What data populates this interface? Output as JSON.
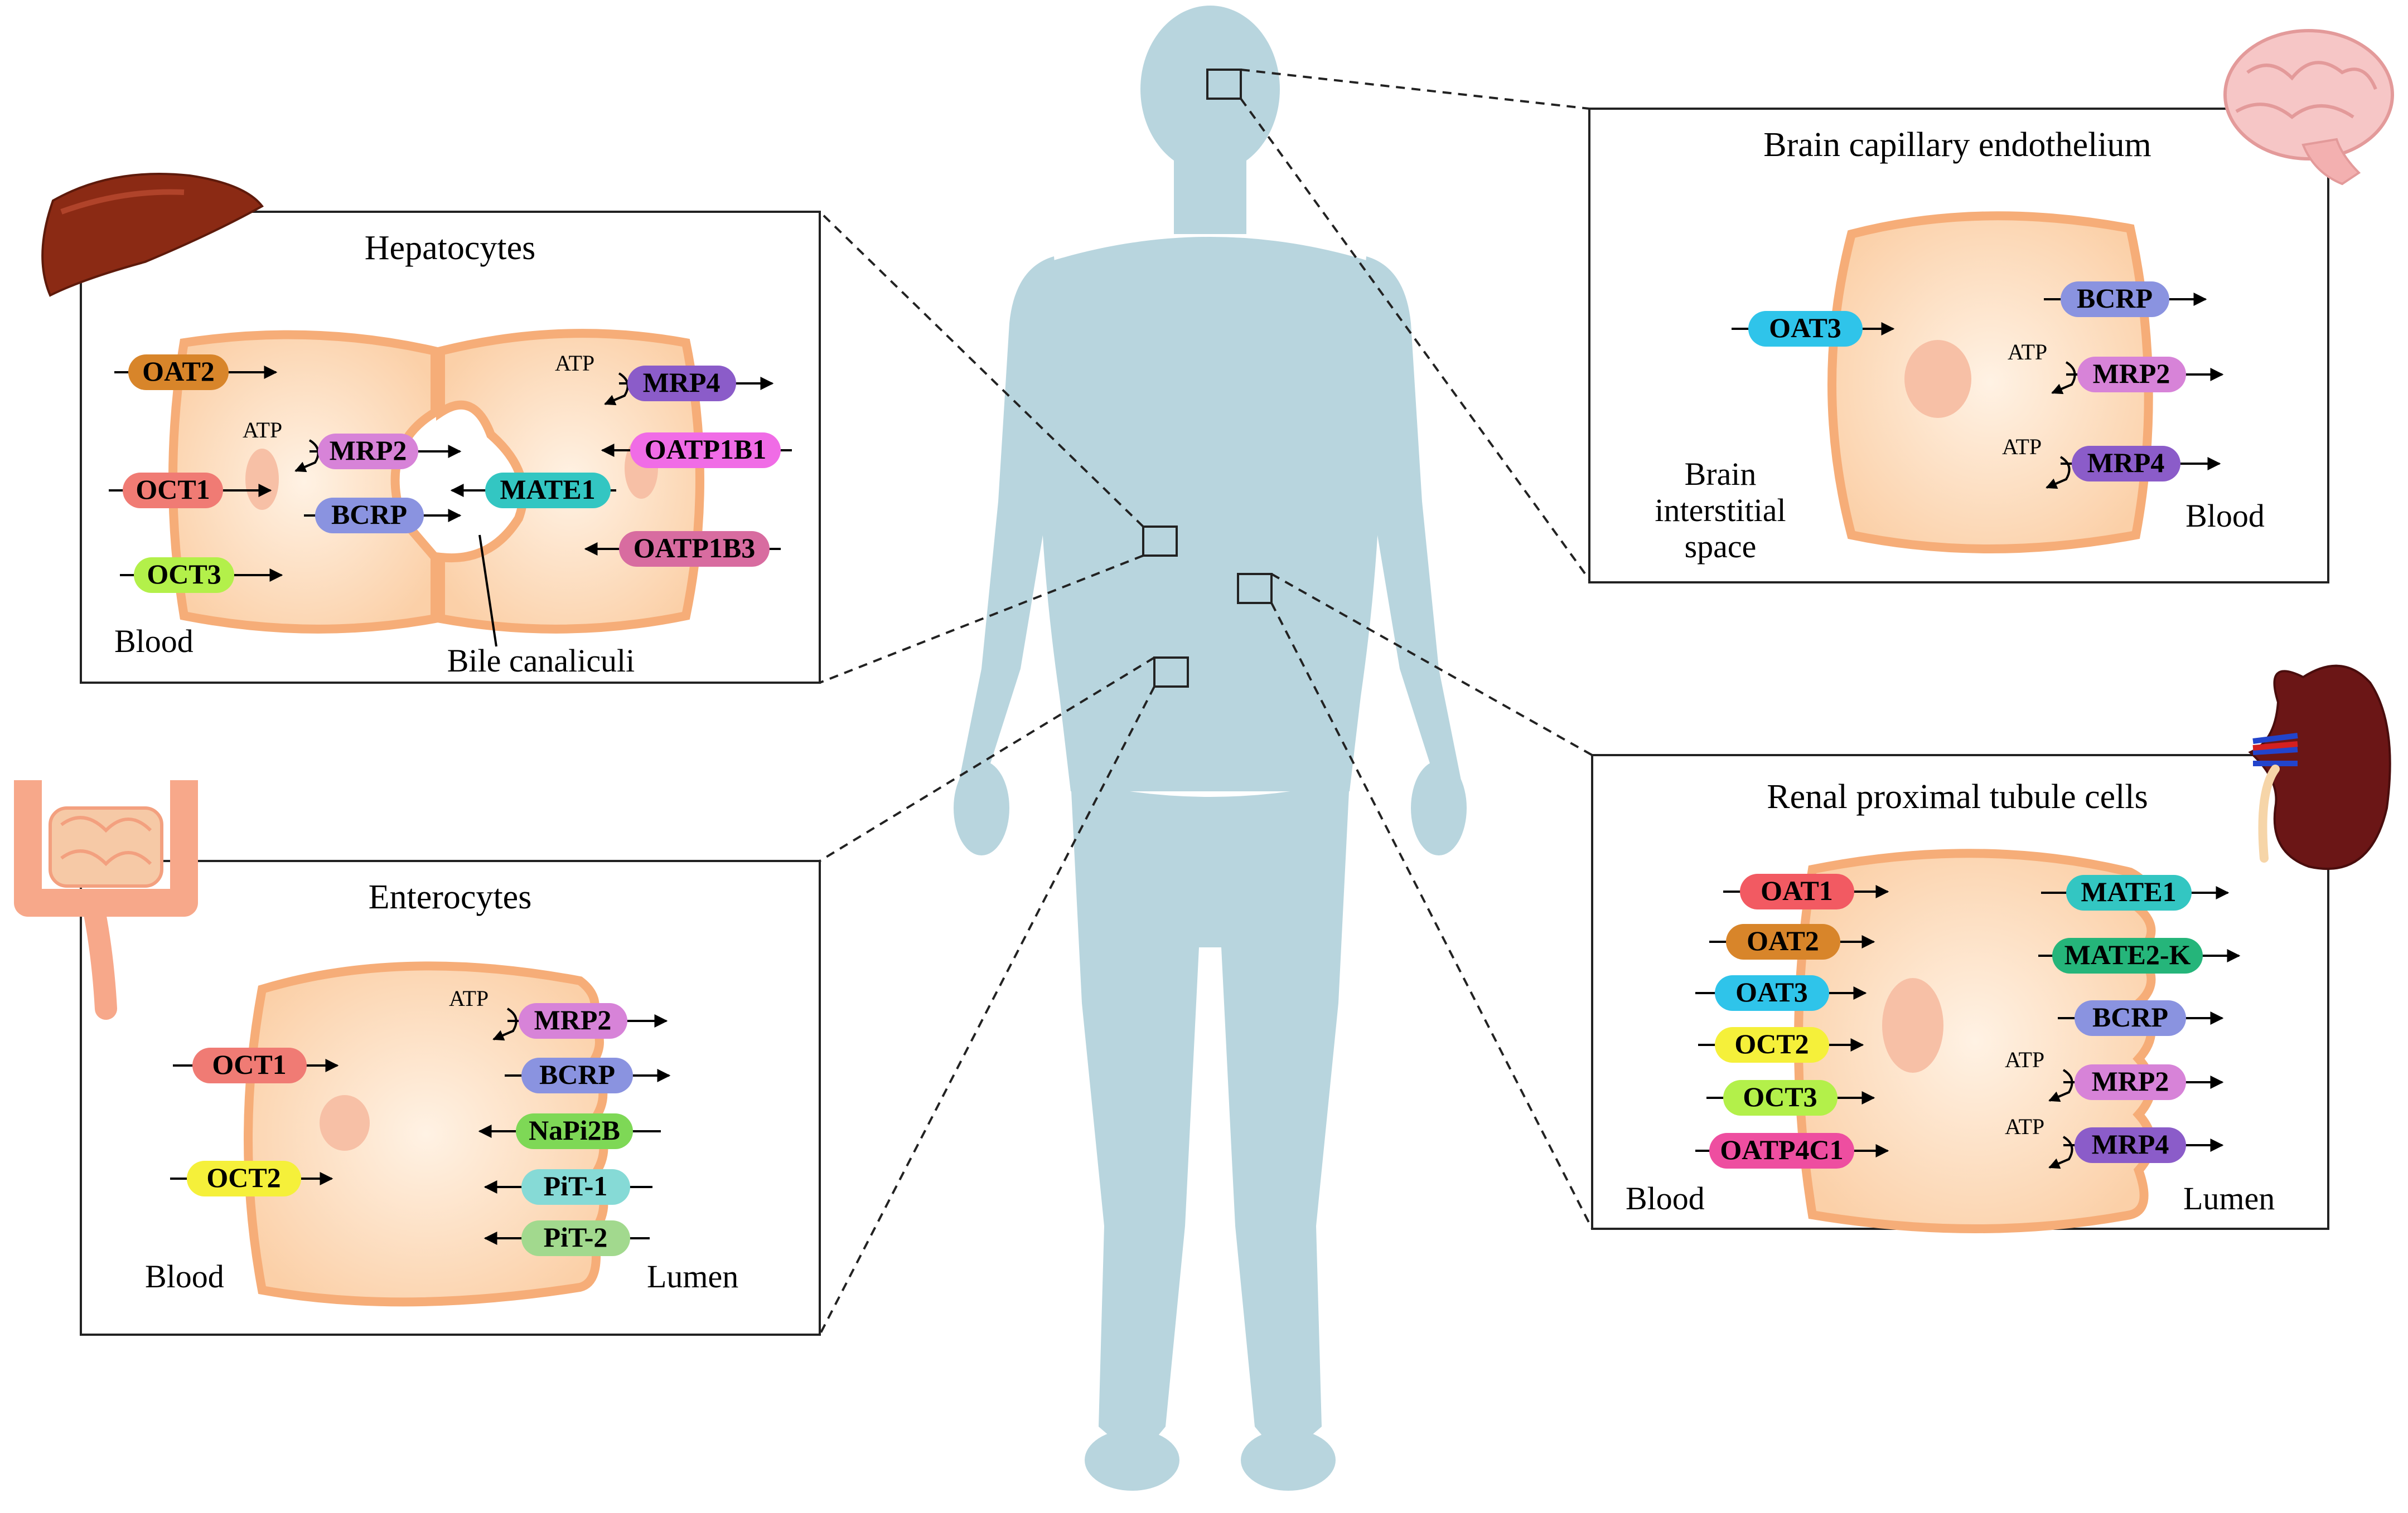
{
  "colors": {
    "body": "#b8d5de",
    "cell_fill": "#fbd3b0",
    "cell_border": "#f6ad78",
    "nucleus": "#f7c0a6",
    "OAT1": "#f25a62",
    "OAT2": "#d8852a",
    "OAT3": "#2fc4ea",
    "OCT1": "#f07b74",
    "OCT2": "#f5f03a",
    "OCT3": "#b3f04a",
    "MRP2": "#d783d8",
    "MRP4": "#8b5cc9",
    "BCRP": "#8a93e0",
    "MATE1": "#33c6c2",
    "MATE2K": "#25b57a",
    "OATP1B1": "#f06ce6",
    "OATP1B3": "#d86ca0",
    "OATP4C1": "#ee4ea0",
    "NaPi2B": "#7ed856",
    "PiT1": "#86dad6",
    "PiT2": "#a2d98e"
  },
  "organ_icons": [
    "liver-icon",
    "intestine-icon",
    "brain-icon",
    "kidney-icon"
  ],
  "atp_label": "ATP",
  "panels": {
    "hepatocytes": {
      "title": "Hepatocytes",
      "blood": "Blood",
      "bile": "Bile canaliculi",
      "transporters": {
        "oat2": "OAT2",
        "oct1": "OCT1",
        "oct3": "OCT3",
        "mrp2": "MRP2",
        "bcrp": "BCRP",
        "mate1": "MATE1",
        "mrp4": "MRP4",
        "oatp1b1": "OATP1B1",
        "oatp1b3": "OATP1B3"
      }
    },
    "brain": {
      "title": "Brain capillary endothelium",
      "interstitial": [
        "Brain",
        "interstitial",
        "space"
      ],
      "blood": "Blood",
      "transporters": {
        "oat3": "OAT3",
        "bcrp": "BCRP",
        "mrp2": "MRP2",
        "mrp4": "MRP4"
      }
    },
    "enterocytes": {
      "title": "Enterocytes",
      "blood": "Blood",
      "lumen": "Lumen",
      "transporters": {
        "oct1": "OCT1",
        "oct2": "OCT2",
        "mrp2": "MRP2",
        "bcrp": "BCRP",
        "napi2b": "NaPi2B",
        "pit1": "PiT-1",
        "pit2": "PiT-2"
      }
    },
    "renal": {
      "title": "Renal proximal tubule cells",
      "blood": "Blood",
      "lumen": "Lumen",
      "transporters": {
        "oat1": "OAT1",
        "oat2": "OAT2",
        "oat3": "OAT3",
        "oct2": "OCT2",
        "oct3": "OCT3",
        "oatp4c1": "OATP4C1",
        "mate1": "MATE1",
        "mate2k": "MATE2-K",
        "bcrp": "BCRP",
        "mrp2": "MRP2",
        "mrp4": "MRP4"
      }
    }
  }
}
